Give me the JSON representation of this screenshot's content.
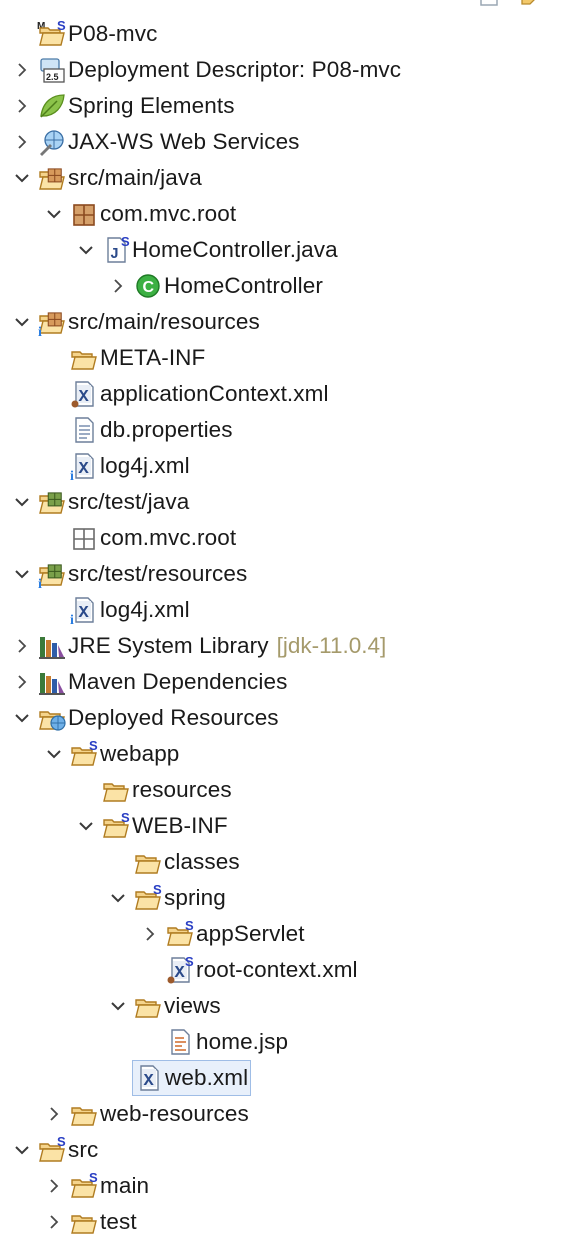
{
  "tree": {
    "items": [
      {
        "label": "P08-mvc",
        "depth": 0,
        "toggle": "none",
        "icon": "maven-spring-project-icon"
      },
      {
        "label": "Deployment Descriptor: P08-mvc",
        "depth": 0,
        "toggle": "collapsed",
        "icon": "deployment-descriptor-icon"
      },
      {
        "label": "Spring Elements",
        "depth": 0,
        "toggle": "collapsed",
        "icon": "spring-leaf-icon"
      },
      {
        "label": "JAX-WS Web Services",
        "depth": 0,
        "toggle": "collapsed",
        "icon": "web-services-icon"
      },
      {
        "label": "src/main/java",
        "depth": 0,
        "toggle": "expanded",
        "icon": "source-folder-icon"
      },
      {
        "label": "com.mvc.root",
        "depth": 1,
        "toggle": "expanded",
        "icon": "package-icon"
      },
      {
        "label": "HomeController.java",
        "depth": 2,
        "toggle": "expanded",
        "icon": "java-spring-file-icon"
      },
      {
        "label": "HomeController",
        "depth": 3,
        "toggle": "collapsed",
        "icon": "class-icon"
      },
      {
        "label": "src/main/resources",
        "depth": 0,
        "toggle": "expanded",
        "icon": "resource-folder-icon"
      },
      {
        "label": "META-INF",
        "depth": 1,
        "toggle": "none",
        "icon": "folder-icon"
      },
      {
        "label": "applicationContext.xml",
        "depth": 1,
        "toggle": "none",
        "icon": "xml-spring-bean-icon"
      },
      {
        "label": "db.properties",
        "depth": 1,
        "toggle": "none",
        "icon": "text-file-icon"
      },
      {
        "label": "log4j.xml",
        "depth": 1,
        "toggle": "none",
        "icon": "xml-info-icon"
      },
      {
        "label": "src/test/java",
        "depth": 0,
        "toggle": "expanded",
        "icon": "test-source-folder-icon"
      },
      {
        "label": "com.mvc.root",
        "depth": 1,
        "toggle": "none",
        "icon": "empty-package-icon"
      },
      {
        "label": "src/test/resources",
        "depth": 0,
        "toggle": "expanded",
        "icon": "test-resource-folder-icon"
      },
      {
        "label": "log4j.xml",
        "depth": 1,
        "toggle": "none",
        "icon": "xml-info-icon"
      },
      {
        "label": "JRE System Library",
        "decoration": "[jdk-11.0.4]",
        "depth": 0,
        "toggle": "collapsed",
        "icon": "library-icon"
      },
      {
        "label": "Maven Dependencies",
        "depth": 0,
        "toggle": "collapsed",
        "icon": "library-icon"
      },
      {
        "label": "Deployed Resources",
        "depth": 0,
        "toggle": "expanded",
        "icon": "deployed-resources-icon"
      },
      {
        "label": "webapp",
        "depth": 1,
        "toggle": "expanded",
        "icon": "spring-folder-icon"
      },
      {
        "label": "resources",
        "depth": 2,
        "toggle": "none",
        "icon": "folder-icon"
      },
      {
        "label": "WEB-INF",
        "depth": 2,
        "toggle": "expanded",
        "icon": "spring-folder-icon"
      },
      {
        "label": "classes",
        "depth": 3,
        "toggle": "none",
        "icon": "folder-icon"
      },
      {
        "label": "spring",
        "depth": 3,
        "toggle": "expanded",
        "icon": "spring-folder-icon"
      },
      {
        "label": "appServlet",
        "depth": 4,
        "toggle": "collapsed",
        "icon": "spring-folder-icon"
      },
      {
        "label": "root-context.xml",
        "depth": 4,
        "toggle": "none",
        "icon": "xml-spring-config-icon"
      },
      {
        "label": "views",
        "depth": 3,
        "toggle": "expanded",
        "icon": "folder-icon"
      },
      {
        "label": "home.jsp",
        "depth": 4,
        "toggle": "none",
        "icon": "jsp-file-icon"
      },
      {
        "label": "web.xml",
        "depth": 3,
        "toggle": "none",
        "icon": "xml-file-icon",
        "selected": true
      },
      {
        "label": "web-resources",
        "depth": 1,
        "toggle": "collapsed",
        "icon": "folder-icon"
      },
      {
        "label": "src",
        "depth": 0,
        "toggle": "expanded",
        "icon": "spring-folder-icon"
      },
      {
        "label": "main",
        "depth": 1,
        "toggle": "collapsed",
        "icon": "spring-folder-icon"
      },
      {
        "label": "test",
        "depth": 1,
        "toggle": "collapsed",
        "icon": "folder-icon"
      }
    ]
  },
  "toolbar": {
    "icons": [
      "collapse-all-icon",
      "link-with-editor-icon"
    ]
  },
  "colors": {
    "selection_bg": "#e8f0fb",
    "selection_border": "#9fbde6",
    "decoration_text": "#a59a6b",
    "text": "#1a1a1a"
  }
}
